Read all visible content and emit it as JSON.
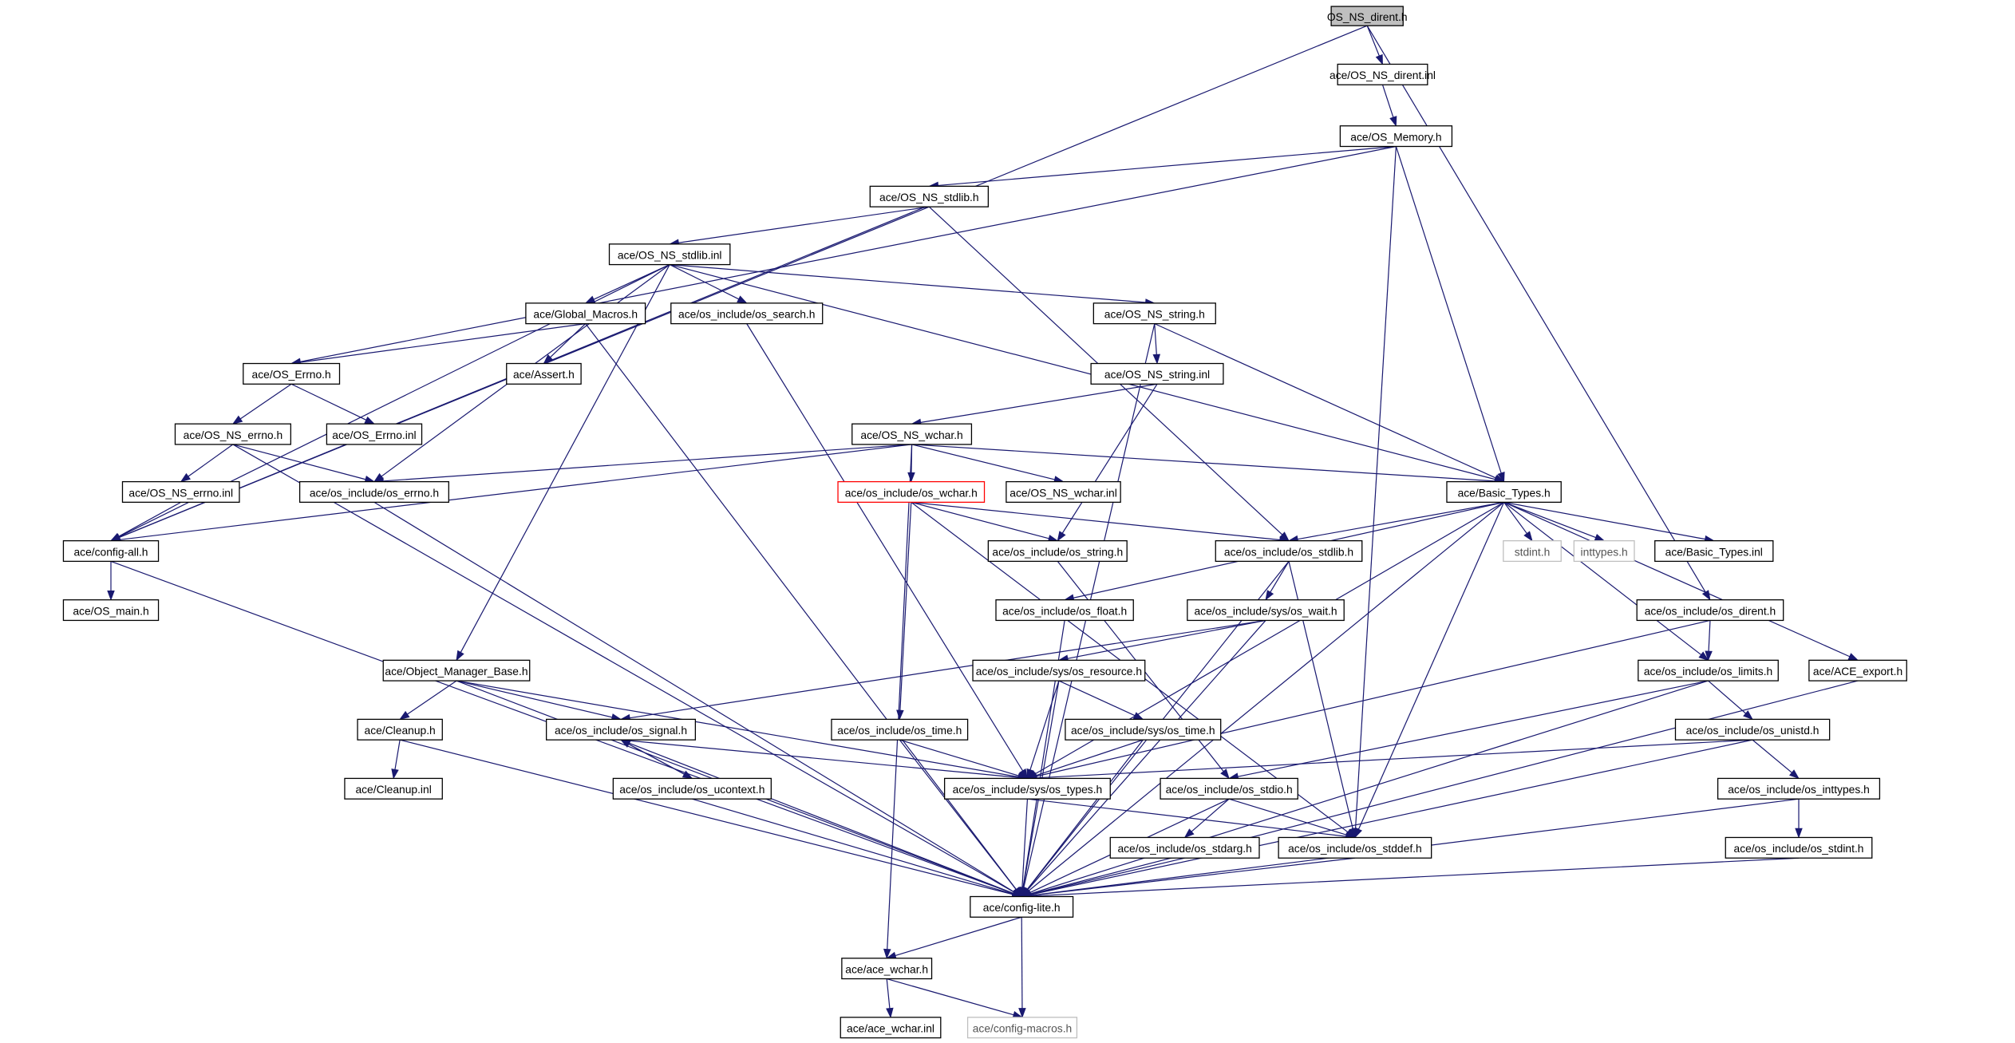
{
  "title": "OS_NS_dirent.h",
  "colors": {
    "edge": "#191970",
    "root_fill": "#bfbfbf",
    "missing_border": "#bfbfbf",
    "truncated_border": "#ff0000"
  },
  "nodes": [
    "OS_NS_dirent.h",
    "ace/OS_NS_dirent.inl",
    "ace/OS_Memory.h",
    "ace/OS_NS_stdlib.h",
    "ace/OS_NS_stdlib.inl",
    "ace/Global_Macros.h",
    "ace/os_include/os_search.h",
    "ace/OS_NS_string.h",
    "ace/OS_Errno.h",
    "ace/Assert.h",
    "ace/OS_NS_string.inl",
    "ace/OS_NS_errno.h",
    "ace/OS_Errno.inl",
    "ace/OS_NS_wchar.h",
    "ace/OS_NS_errno.inl",
    "ace/os_include/os_errno.h",
    "ace/os_include/os_wchar.h",
    "ace/OS_NS_wchar.inl",
    "ace/Basic_Types.h",
    "ace/config-all.h",
    "ace/os_include/os_string.h",
    "ace/os_include/os_stdlib.h",
    "stdint.h",
    "inttypes.h",
    "ace/Basic_Types.inl",
    "ace/OS_main.h",
    "ace/os_include/os_float.h",
    "ace/os_include/sys/os_wait.h",
    "ace/os_include/os_dirent.h",
    "ace/Object_Manager_Base.h",
    "ace/os_include/sys/os_resource.h",
    "ace/os_include/os_limits.h",
    "ace/ACE_export.h",
    "ace/Cleanup.h",
    "ace/os_include/os_signal.h",
    "ace/os_include/os_time.h",
    "ace/os_include/sys/os_time.h",
    "ace/os_include/os_unistd.h",
    "ace/Cleanup.inl",
    "ace/os_include/os_ucontext.h",
    "ace/os_include/sys/os_types.h",
    "ace/os_include/os_stdio.h",
    "ace/os_include/os_inttypes.h",
    "ace/os_include/os_stdarg.h",
    "ace/os_include/os_stddef.h",
    "ace/os_include/os_stdint.h",
    "ace/config-lite.h",
    "ace/ace_wchar.h",
    "ace/ace_wchar.inl",
    "ace/config-macros.h"
  ],
  "edges": [
    [
      0,
      1
    ],
    [
      0,
      19
    ],
    [
      0,
      28
    ],
    [
      1,
      2
    ],
    [
      2,
      3
    ],
    [
      2,
      8
    ],
    [
      2,
      18
    ],
    [
      2,
      44
    ],
    [
      3,
      4
    ],
    [
      3,
      19
    ],
    [
      3,
      21
    ],
    [
      4,
      5
    ],
    [
      4,
      6
    ],
    [
      4,
      7
    ],
    [
      4,
      15
    ],
    [
      4,
      19
    ],
    [
      4,
      18
    ],
    [
      4,
      29
    ],
    [
      5,
      8
    ],
    [
      5,
      9
    ],
    [
      5,
      46
    ],
    [
      6,
      40
    ],
    [
      7,
      10
    ],
    [
      7,
      18
    ],
    [
      7,
      46
    ],
    [
      8,
      11
    ],
    [
      8,
      12
    ],
    [
      10,
      13
    ],
    [
      10,
      20
    ],
    [
      11,
      14
    ],
    [
      11,
      15
    ],
    [
      11,
      46
    ],
    [
      13,
      15
    ],
    [
      13,
      16
    ],
    [
      13,
      17
    ],
    [
      13,
      18
    ],
    [
      13,
      19
    ],
    [
      13,
      47
    ],
    [
      14,
      19
    ],
    [
      15,
      46
    ],
    [
      16,
      20
    ],
    [
      16,
      21
    ],
    [
      16,
      35
    ],
    [
      16,
      44
    ],
    [
      18,
      21
    ],
    [
      18,
      22
    ],
    [
      18,
      23
    ],
    [
      18,
      24
    ],
    [
      18,
      26
    ],
    [
      18,
      31
    ],
    [
      18,
      32
    ],
    [
      18,
      40
    ],
    [
      18,
      44
    ],
    [
      18,
      46
    ],
    [
      19,
      25
    ],
    [
      19,
      46
    ],
    [
      20,
      41
    ],
    [
      21,
      27
    ],
    [
      21,
      44
    ],
    [
      21,
      46
    ],
    [
      26,
      46
    ],
    [
      27,
      30
    ],
    [
      27,
      34
    ],
    [
      27,
      46
    ],
    [
      28,
      31
    ],
    [
      28,
      40
    ],
    [
      29,
      33
    ],
    [
      29,
      34
    ],
    [
      29,
      40
    ],
    [
      29,
      46
    ],
    [
      30,
      36
    ],
    [
      30,
      40
    ],
    [
      30,
      46
    ],
    [
      31,
      37
    ],
    [
      31,
      41
    ],
    [
      31,
      46
    ],
    [
      32,
      46
    ],
    [
      33,
      38
    ],
    [
      33,
      46
    ],
    [
      34,
      39
    ],
    [
      34,
      40
    ],
    [
      34,
      46
    ],
    [
      35,
      40
    ],
    [
      35,
      46
    ],
    [
      36,
      40
    ],
    [
      36,
      46
    ],
    [
      37,
      40
    ],
    [
      37,
      42
    ],
    [
      37,
      46
    ],
    [
      39,
      34
    ],
    [
      39,
      46
    ],
    [
      40,
      44
    ],
    [
      40,
      46
    ],
    [
      41,
      43
    ],
    [
      41,
      44
    ],
    [
      41,
      46
    ],
    [
      42,
      45
    ],
    [
      42,
      46
    ],
    [
      43,
      46
    ],
    [
      44,
      46
    ],
    [
      45,
      46
    ],
    [
      46,
      47
    ],
    [
      46,
      49
    ],
    [
      47,
      48
    ],
    [
      47,
      49
    ]
  ]
}
